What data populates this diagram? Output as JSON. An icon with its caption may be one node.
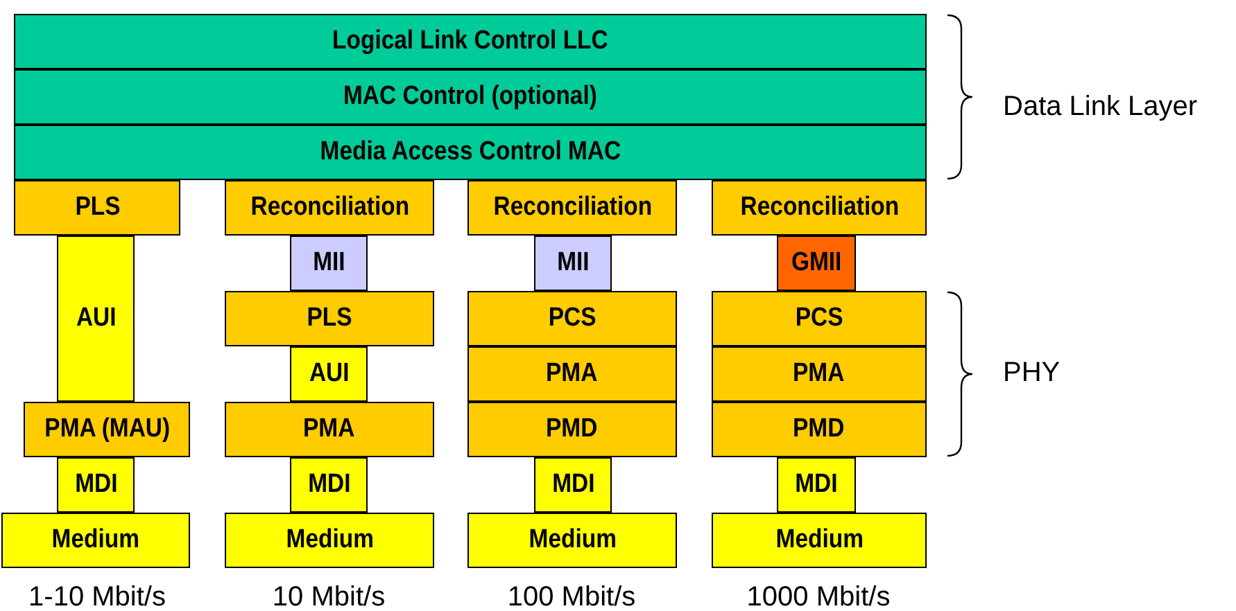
{
  "diagram": {
    "nodes": [
      {
        "text": [
          "Logical Link Control   LLC"
        ]
      },
      {
        "text": [
          "MAC Control (optional)"
        ]
      },
      {
        "text": [
          "Media Access Control  MAC"
        ]
      },
      {
        "text": [
          "PLS"
        ]
      },
      {
        "text": [
          "Reconciliation"
        ]
      },
      {
        "text": [
          "Reconciliation"
        ]
      },
      {
        "text": [
          "Reconciliation"
        ]
      },
      {
        "text": [
          "MII"
        ]
      },
      {
        "text": [
          "MII"
        ]
      },
      {
        "text": [
          "GMII"
        ]
      },
      {
        "text": [
          "AUI"
        ]
      },
      {
        "text": [
          "PLS"
        ]
      },
      {
        "text": [
          "PCS"
        ]
      },
      {
        "text": [
          "PCS"
        ]
      },
      {
        "text": [
          "AUI"
        ]
      },
      {
        "text": [
          "PMA"
        ]
      },
      {
        "text": [
          "PMA"
        ]
      },
      {
        "text": [
          "PMA (MAU)"
        ]
      },
      {
        "text": [
          "PMA"
        ]
      },
      {
        "text": [
          "PMD"
        ]
      },
      {
        "text": [
          "PMD"
        ]
      },
      {
        "text": [
          "MDI"
        ]
      },
      {
        "text": [
          "MDI"
        ]
      },
      {
        "text": [
          "MDI"
        ]
      },
      {
        "text": [
          "MDI"
        ]
      },
      {
        "text": [
          "Medium"
        ]
      },
      {
        "text": [
          "Medium"
        ]
      },
      {
        "text": [
          "Medium"
        ]
      },
      {
        "text": [
          "Medium"
        ]
      }
    ],
    "labels": [
      "Data Link Layer",
      "PHY",
      "1-10 Mbit/s",
      "10 Mbit/s",
      "100 Mbit/s",
      "1000 Mbit/s"
    ]
  }
}
